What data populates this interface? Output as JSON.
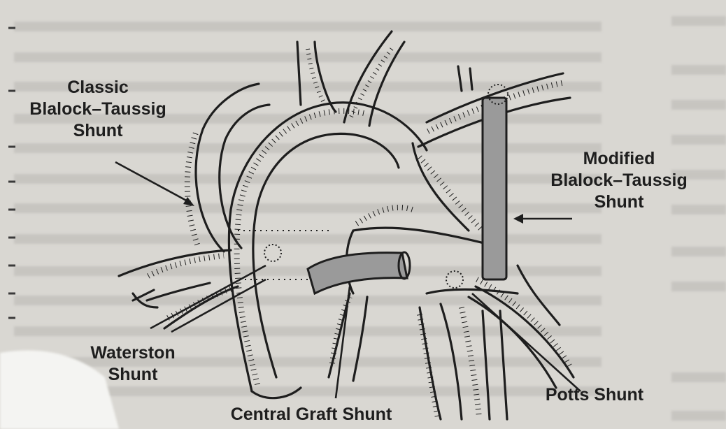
{
  "labels": {
    "classic_bt": [
      "Classic",
      "Blalock–Taussig",
      "Shunt"
    ],
    "modified_bt": [
      "Modified",
      "Blalock–Taussig",
      "Shunt"
    ],
    "waterston": [
      "Waterston",
      "Shunt"
    ],
    "central_graft": "Central Graft Shunt",
    "potts": "Potts Shunt"
  },
  "colors": {
    "paper": "#d9d7d2",
    "ink": "#1e1e1e",
    "graft": "#9a9a9a",
    "bleed_text": "#b9b7b2"
  }
}
